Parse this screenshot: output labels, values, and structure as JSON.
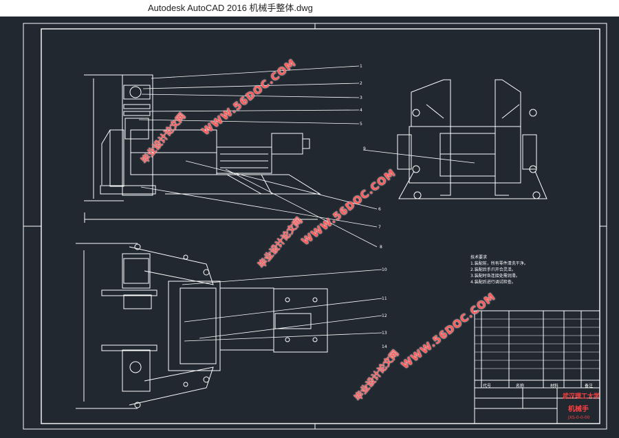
{
  "window": {
    "title": "Autodesk AutoCAD 2016    机械手整体.dwg"
  },
  "drawing": {
    "balloons": [
      "1",
      "2",
      "3",
      "4",
      "5",
      "6",
      "7",
      "8",
      "9",
      "10",
      "11",
      "12",
      "13",
      "14"
    ],
    "notes_title": "技术要求",
    "notes": [
      "1.装配前，所有零件清洗干净。",
      "2.装配后手爪开合灵活。",
      "3.装配时各连接处需润滑。",
      "4.装配后进行调试检查。"
    ],
    "title_block": {
      "school": "武汉理工大学",
      "drawing_name": "机械手",
      "drawing_no": "JXS-0-0-00",
      "bom_headers": [
        "代号",
        "名称",
        "材料",
        "备注"
      ]
    }
  },
  "watermarks": {
    "url": "WWW.56DOC.COM",
    "cn": "毕业设计论文网"
  },
  "colors": {
    "background": "#212830",
    "lines": "#ffffff",
    "watermark": "#ff5a5a"
  }
}
